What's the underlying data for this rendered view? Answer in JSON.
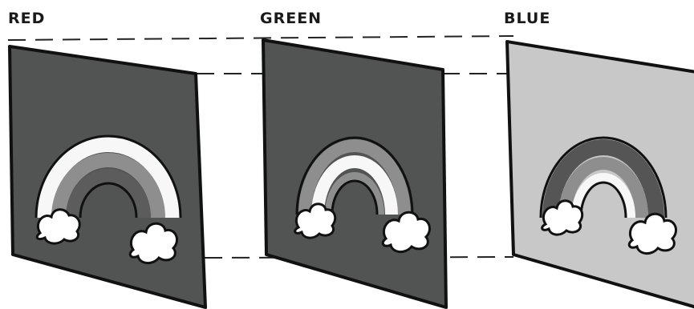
{
  "title": "",
  "channels": [
    {
      "label": "RED",
      "panel_color": "#525453",
      "arc_colors": {
        "outer": "#f7f7f7",
        "middle": "#8e8e8e",
        "inner": "#5c5c5c"
      }
    },
    {
      "label": "GREEN",
      "panel_color": "#525453",
      "arc_colors": {
        "outer": "#8e8e8e",
        "middle": "#f7f7f7",
        "inner": "#8e8e8e"
      }
    },
    {
      "label": "BLUE",
      "panel_color": "#c8c8c8",
      "arc_colors": {
        "outer": "#555555",
        "middle": "#8e8e8e",
        "inner": "#f7f7f7"
      }
    }
  ],
  "cloud_color": "#ffffff",
  "outline_color": "#111111"
}
